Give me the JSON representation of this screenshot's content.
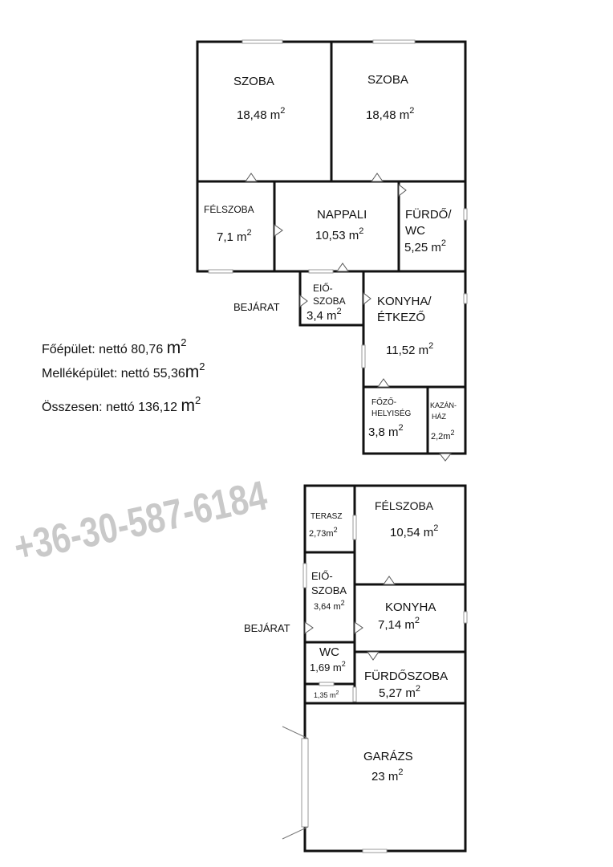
{
  "summary": {
    "main": "Főépület: nettó 80,76",
    "annex": "Melléképület: nettó 55,36",
    "total": "Összesen: nettó 136,12",
    "unit": "m",
    "sup": "2"
  },
  "watermark": "+36-30-587-6184",
  "main_building": {
    "szoba1": {
      "name": "SZOBA",
      "area": "18,48 m"
    },
    "szoba2": {
      "name": "SZOBA",
      "area": "18,48 m"
    },
    "felszoba": {
      "name": "FÉLSZOBA",
      "area": "7,1 m"
    },
    "nappali": {
      "name": "NAPPALI",
      "area": "10,53 m"
    },
    "furdo": {
      "name1": "FÜRDŐ/",
      "name2": "WC",
      "area": "5,25 m"
    },
    "eloszoba": {
      "name1": "EIŐ-",
      "name2": "SZOBA",
      "area": "3,4 m"
    },
    "bejarat": "BEJÁRAT",
    "konyha": {
      "name1": "KONYHA/",
      "name2": "ÉTKEZŐ",
      "area": "11,52 m"
    },
    "fozo": {
      "name1": "FŐZŐ-",
      "name2": "HELYISÉG",
      "area": "3,8 m"
    },
    "kazan": {
      "name1": "KAZÁN-",
      "name2": "HÁZ",
      "area": "2,2m"
    }
  },
  "annex_building": {
    "terasz": {
      "name": "TERASZ",
      "area": "2,73m"
    },
    "felszoba": {
      "name": "FÉLSZOBA",
      "area": "10,54 m"
    },
    "eloszoba": {
      "name1": "EIŐ-",
      "name2": "SZOBA",
      "area": "3,64 m"
    },
    "bejarat": "BEJÁRAT",
    "konyha": {
      "name": "KONYHA",
      "area": "7,14 m"
    },
    "wc": {
      "name": "WC",
      "area": "1,69 m"
    },
    "small": {
      "area": "1,35 m"
    },
    "furdoszoba": {
      "name": "FÜRDŐSZOBA",
      "area": "5,27 m"
    },
    "garazs": {
      "name": "GARÁZS",
      "area": "23 m"
    }
  }
}
